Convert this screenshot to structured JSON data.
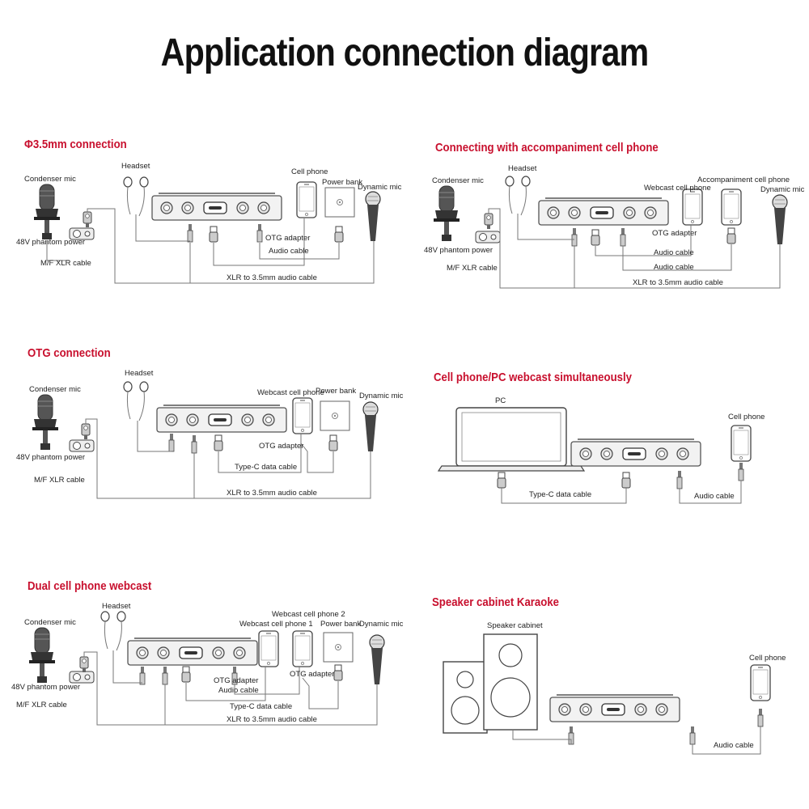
{
  "title": "Application connection diagram",
  "panels": {
    "p1": {
      "title": "Φ3.5mm connection",
      "labels": {
        "condenser_mic": "Condenser mic",
        "headset": "Headset",
        "cell_phone": "Cell phone",
        "power_bank": "Power bank",
        "dynamic_mic": "Dynamic mic",
        "phantom": "48V phantom power",
        "xlr_cable": "M/F XLR cable",
        "otg": "OTG adapter",
        "audio_cable": "Audio cable",
        "xlr35": "XLR to 3.5mm audio cable"
      }
    },
    "p2": {
      "title": "Connecting with accompaniment cell phone",
      "labels": {
        "condenser_mic": "Condenser mic",
        "headset": "Headset",
        "webcast_phone": "Webcast cell phone",
        "accomp_phone": "Accompaniment cell phone",
        "dynamic_mic": "Dynamic mic",
        "phantom": "48V phantom power",
        "xlr_cable": "M/F XLR cable",
        "otg": "OTG adapter",
        "audio_cable1": "Audio cable",
        "audio_cable2": "Audio cable",
        "xlr35": "XLR to 3.5mm audio cable"
      }
    },
    "p3": {
      "title": "OTG connection",
      "labels": {
        "condenser_mic": "Condenser mic",
        "headset": "Headset",
        "webcast_phone": "Webcast cell phone",
        "power_bank": "Power bank",
        "dynamic_mic": "Dynamic mic",
        "phantom": "48V phantom power",
        "xlr_cable": "M/F XLR cable",
        "otg": "OTG adapter",
        "typec": "Type-C data cable",
        "xlr35": "XLR to 3.5mm audio cable"
      }
    },
    "p4": {
      "title": "Cell phone/PC webcast simultaneously",
      "labels": {
        "pc": "PC",
        "cell_phone": "Cell phone",
        "typec": "Type-C data cable",
        "audio_cable": "Audio cable"
      }
    },
    "p5": {
      "title": "Dual cell phone webcast",
      "labels": {
        "condenser_mic": "Condenser mic",
        "headset": "Headset",
        "webcast_phone1": "Webcast cell phone 1",
        "webcast_phone2": "Webcast cell phone 2",
        "power_bank": "Power bank",
        "dynamic_mic": "Dynamic mic",
        "phantom": "48V phantom power",
        "xlr_cable": "M/F XLR cable",
        "otg1": "OTG adapter",
        "otg2": "OTG adapter",
        "audio_cable": "Audio cable",
        "typec": "Type-C data cable",
        "xlr35": "XLR to 3.5mm audio cable"
      }
    },
    "p6": {
      "title": "Speaker cabinet Karaoke",
      "labels": {
        "speaker": "Speaker cabinet",
        "cell_phone": "Cell phone",
        "audio_cable": "Audio cable"
      }
    }
  }
}
